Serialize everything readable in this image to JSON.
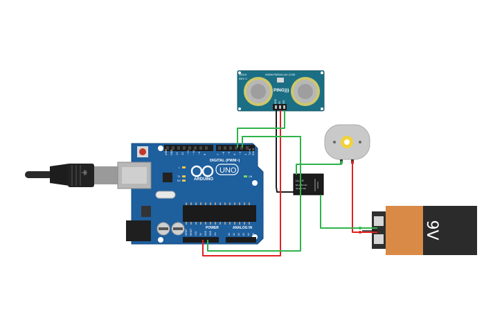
{
  "ping_sensor": {
    "part_number": "28015",
    "revision": "REV C",
    "url": "WWW.PARALLAX.COM",
    "brand": "PING)))",
    "pins": [
      "GND",
      "5V",
      "SIG"
    ]
  },
  "arduino": {
    "brand": "ARDUINO",
    "model": "UNO",
    "digital_header_label": "DIGITAL (PWM~)",
    "power_header_label": "POWER",
    "analog_header_label": "ANALOG IN",
    "led_labels": [
      "L",
      "TX",
      "RX"
    ],
    "on_label": "ON",
    "digital_pins": [
      "AREF",
      "GND",
      "13",
      "12",
      "~11",
      "~10",
      "~9",
      "8",
      "7",
      "~6",
      "~5",
      "4",
      "~3",
      "2",
      "TX→1",
      "RX←0"
    ],
    "power_pins": [
      "IOREF",
      "RESET",
      "3.3V",
      "5V",
      "GND",
      "GND",
      "Vin"
    ],
    "analog_pins": [
      "A0",
      "A1",
      "A2",
      "A3",
      "A4",
      "A5"
    ]
  },
  "relay": {
    "model": "LU-5-R",
    "ratings": [
      "5A-125V AC",
      "3A-24V DC"
    ]
  },
  "battery": {
    "label": "9V"
  },
  "colors": {
    "wire_green": "#2db34a",
    "wire_red": "#e02020",
    "wire_black": "#1a1a1a",
    "board_blue": "#1e5f9e",
    "pcb_teal": "#1b6f84",
    "battery_orange": "#d98a46",
    "battery_black": "#2b2b2b"
  }
}
